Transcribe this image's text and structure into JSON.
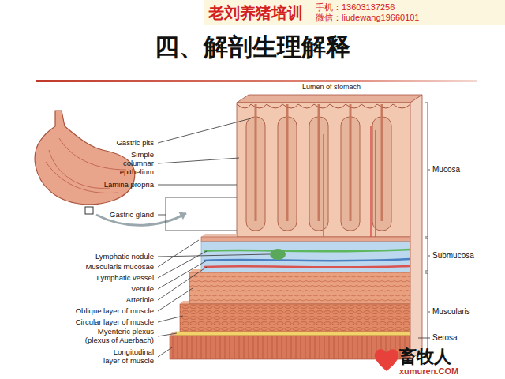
{
  "diagram": {
    "title": "四、解剖生理解释",
    "nodes": [
      {
        "text": [
          "老刘养猪培训",
          "手机：13603137256",
          "微信：liudewang19660101"
        ]
      }
    ],
    "labels": [
      "Lumen of stomach",
      "Gastric pits",
      "Simple columnar epithelium",
      "Lamina propria",
      "Gastric gland",
      "Lymphatic nodule",
      "Muscularis mucosae",
      "Lymphatic vessel",
      "Venule",
      "Arteriole",
      "Oblique layer of muscle",
      "Circular layer of muscle",
      "Myenteric plexus (plexus of Auerbach)",
      "Longitudinal layer of muscle",
      "Mucosa",
      "Submucosa",
      "Muscularis",
      "Serosa",
      "畜牧人",
      "xumuren.COM"
    ]
  }
}
